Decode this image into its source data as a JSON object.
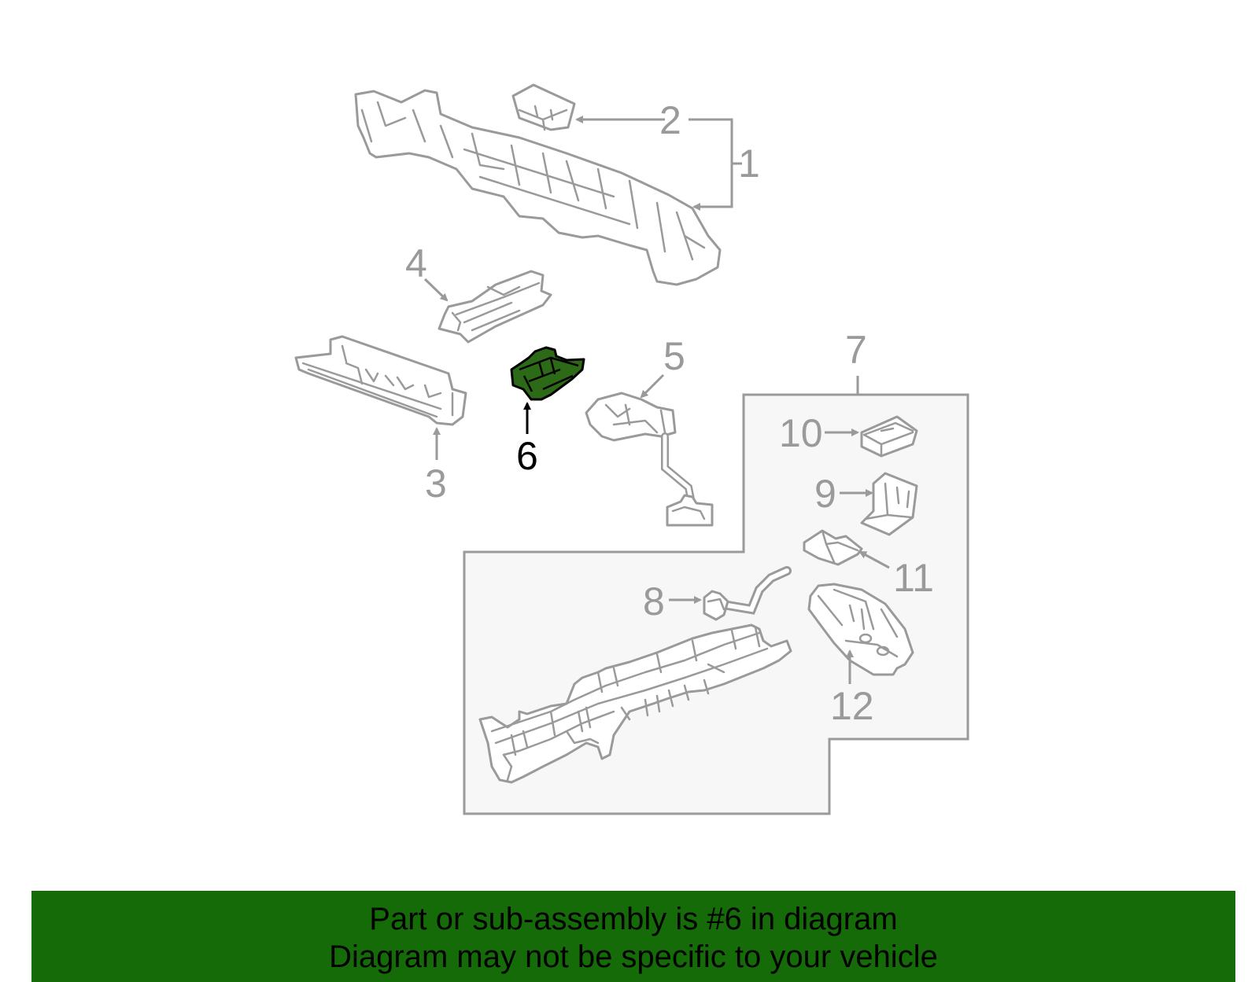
{
  "callouts": [
    {
      "id": "1",
      "label": "1",
      "highlighted": false
    },
    {
      "id": "2",
      "label": "2",
      "highlighted": false
    },
    {
      "id": "3",
      "label": "3",
      "highlighted": false
    },
    {
      "id": "4",
      "label": "4",
      "highlighted": false
    },
    {
      "id": "5",
      "label": "5",
      "highlighted": false
    },
    {
      "id": "6",
      "label": "6",
      "highlighted": true
    },
    {
      "id": "7",
      "label": "7",
      "highlighted": false
    },
    {
      "id": "8",
      "label": "8",
      "highlighted": false
    },
    {
      "id": "9",
      "label": "9",
      "highlighted": false
    },
    {
      "id": "10",
      "label": "10",
      "highlighted": false
    },
    {
      "id": "11",
      "label": "11",
      "highlighted": false
    },
    {
      "id": "12",
      "label": "12",
      "highlighted": false
    }
  ],
  "banner": {
    "line1": "Part or sub-assembly is #6 in diagram",
    "line2": "Diagram may not be specific to your vehicle"
  },
  "colors": {
    "highlight_fill": "#2d6a17",
    "banner_bg": "#146b07",
    "part_stroke": "#9a9a9a",
    "group_box_fill": "#f7f7f7"
  }
}
